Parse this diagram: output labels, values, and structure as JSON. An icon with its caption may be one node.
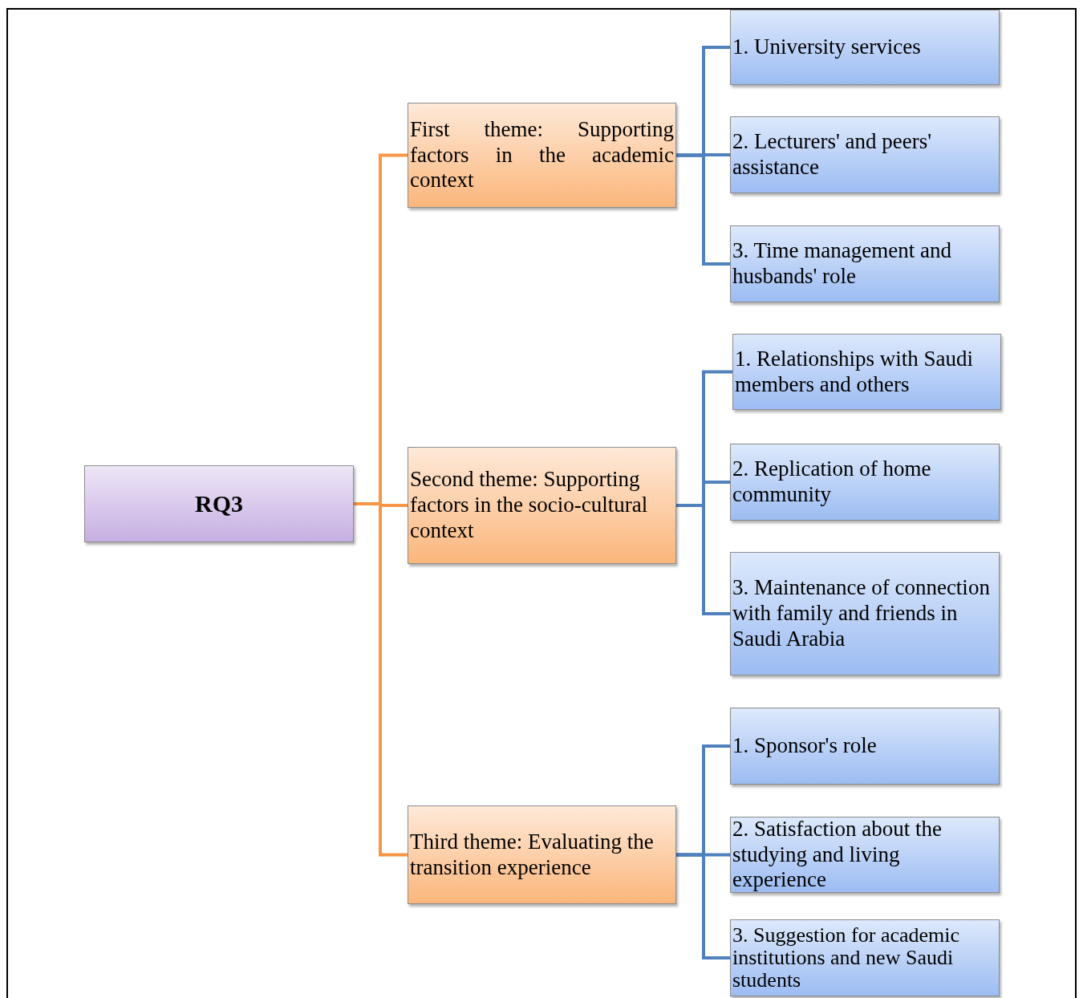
{
  "diagram": {
    "nodes": [
      {
        "text": [
          "RQ3"
        ]
      },
      {
        "text": [
          "First theme: Supporting factors in the academic context"
        ]
      },
      {
        "text": [
          "1. University services"
        ]
      },
      {
        "text": [
          "2. Lecturers' and peers' assistance"
        ]
      },
      {
        "text": [
          "3. Time management and husbands' role"
        ]
      },
      {
        "text": [
          "Second theme: Supporting factors in the socio-cultural context"
        ]
      },
      {
        "text": [
          "1. Relationships with Saudi members and others"
        ]
      },
      {
        "text": [
          "2. Replication of home community"
        ]
      },
      {
        "text": [
          "3. Maintenance of connection with family and friends in Saudi Arabia"
        ]
      },
      {
        "text": [
          "Third theme: Evaluating the transition experience"
        ]
      },
      {
        "text": [
          "1. Sponsor's role"
        ]
      },
      {
        "text": [
          "2. Satisfaction about the studying and living experience"
        ]
      },
      {
        "text": [
          "3. Suggestion for academic institutions and new Saudi students"
        ]
      }
    ],
    "edges": [
      {
        "from": 0,
        "to": 1,
        "arrow": "none",
        "color": "#f79646"
      },
      {
        "from": 0,
        "to": 5,
        "arrow": "none",
        "color": "#f79646"
      },
      {
        "from": 0,
        "to": 9,
        "arrow": "none",
        "color": "#f79646"
      },
      {
        "from": 1,
        "to": 2,
        "arrow": "none"
      },
      {
        "from": 1,
        "to": 3,
        "arrow": "none"
      },
      {
        "from": 1,
        "to": 4,
        "arrow": "none"
      },
      {
        "from": 5,
        "to": 6,
        "arrow": "none"
      },
      {
        "from": 5,
        "to": 7,
        "arrow": "none"
      },
      {
        "from": 5,
        "to": 8,
        "arrow": "none"
      },
      {
        "from": 9,
        "to": 10,
        "arrow": "none"
      },
      {
        "from": 9,
        "to": 11,
        "arrow": "none"
      },
      {
        "from": 9,
        "to": 12,
        "arrow": "none"
      }
    ]
  }
}
